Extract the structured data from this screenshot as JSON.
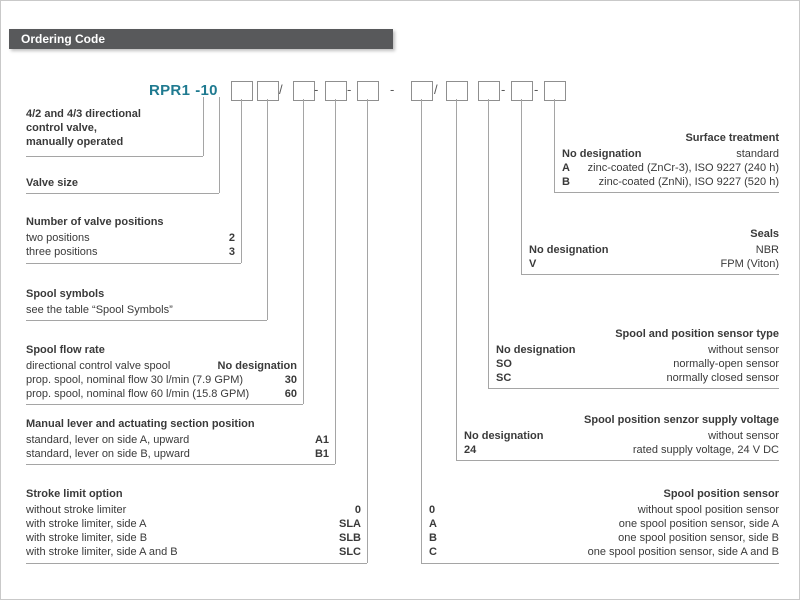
{
  "header": {
    "title": "Ordering Code"
  },
  "code": {
    "prefix": "RPR1",
    "size": "-10",
    "slash": "/",
    "dash": "-"
  },
  "left_blocks": [
    {
      "title": "4/2 and 4/3 directional\ncontrol valve,\nmanually operated",
      "rows": []
    },
    {
      "title": "Valve size",
      "rows": []
    },
    {
      "title": "Number of valve positions",
      "rows": [
        {
          "label": "two positions",
          "code": "2"
        },
        {
          "label": "three positions",
          "code": "3"
        }
      ]
    },
    {
      "title": "Spool symbols",
      "rows": [
        {
          "label": "see the table “Spool Symbols”",
          "code": ""
        }
      ]
    },
    {
      "title": "Spool flow rate",
      "rows": [
        {
          "label": "directional control valve spool",
          "code": "No designation"
        },
        {
          "label": "prop. spool, nominal flow 30 l/min (7.9 GPM)",
          "code": "30"
        },
        {
          "label": "prop. spool, nominal flow 60 l/min (15.8 GPM)",
          "code": "60"
        }
      ]
    },
    {
      "title": "Manual lever and actuating section position",
      "rows": [
        {
          "label": "standard, lever on side A, upward",
          "code": "A1"
        },
        {
          "label": "standard, lever on side B, upward",
          "code": "B1"
        }
      ]
    },
    {
      "title": "Stroke limit option",
      "rows": [
        {
          "label": "without stroke limiter",
          "code": "0"
        },
        {
          "label": "with stroke limiter, side A",
          "code": "SLA"
        },
        {
          "label": "with stroke limiter, side B",
          "code": "SLB"
        },
        {
          "label": "with stroke limiter, side A and B",
          "code": "SLC"
        }
      ]
    }
  ],
  "right_blocks": [
    {
      "title": "Surface treatment",
      "rows": [
        {
          "code": "No designation",
          "label": "standard"
        },
        {
          "code": "A",
          "label": "zinc-coated (ZnCr-3), ISO 9227 (240 h)"
        },
        {
          "code": "B",
          "label": "zinc-coated (ZnNi), ISO 9227 (520 h)"
        }
      ]
    },
    {
      "title": "Seals",
      "rows": [
        {
          "code": "No designation",
          "label": "NBR"
        },
        {
          "code": "V",
          "label": "FPM (Viton)"
        }
      ]
    },
    {
      "title": "Spool and position sensor type",
      "rows": [
        {
          "code": "No designation",
          "label": "without sensor"
        },
        {
          "code": "SO",
          "label": "normally-open sensor"
        },
        {
          "code": "SC",
          "label": "normally closed sensor"
        }
      ]
    },
    {
      "title": "Spool position senzor supply voltage",
      "rows": [
        {
          "code": "No designation",
          "label": "without sensor"
        },
        {
          "code": "24",
          "label": "rated supply voltage, 24 V DC"
        }
      ]
    },
    {
      "title": "Spool position sensor",
      "rows": [
        {
          "code": "0",
          "label": "without spool position sensor"
        },
        {
          "code": "A",
          "label": "one spool position sensor, side A"
        },
        {
          "code": "B",
          "label": "one spool position sensor, side B"
        },
        {
          "code": "C",
          "label": "one spool position sensor, side A and B"
        }
      ]
    }
  ],
  "colors": {
    "accent_teal": "#1f7a90",
    "header_bg": "#58595b",
    "line_gray": "#a5a5a5"
  }
}
